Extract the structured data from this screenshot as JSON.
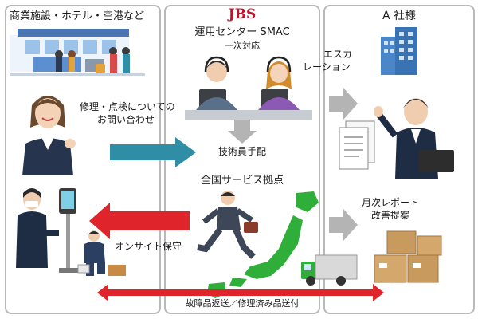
{
  "left": {
    "title": "商業施設・ホテル・空港など",
    "inquiry": [
      "修理・点検についての",
      "お問い合わせ"
    ],
    "onsite": "オンサイト保守"
  },
  "center": {
    "logo": "JBS",
    "title": "運用センター SMAC",
    "subtitle": "一次対応",
    "dispatch": "技術員手配",
    "service_base": "全国サービス拠点"
  },
  "right": {
    "title": "A 社様",
    "escalation": [
      "エスカ",
      "レーション"
    ],
    "report": [
      "月次レポート",
      "改善提案"
    ]
  },
  "bottom": {
    "shipping": "故障品返送／修理済み品送付"
  },
  "colors": {
    "panel_border": "#b9b9b9",
    "teal_arrow": "#2f8ea6",
    "red_arrow": "#e0242b",
    "gray_arrow": "#b4b4b4",
    "brand_red": "#c8102e",
    "japan_green": "#2fae3a"
  }
}
